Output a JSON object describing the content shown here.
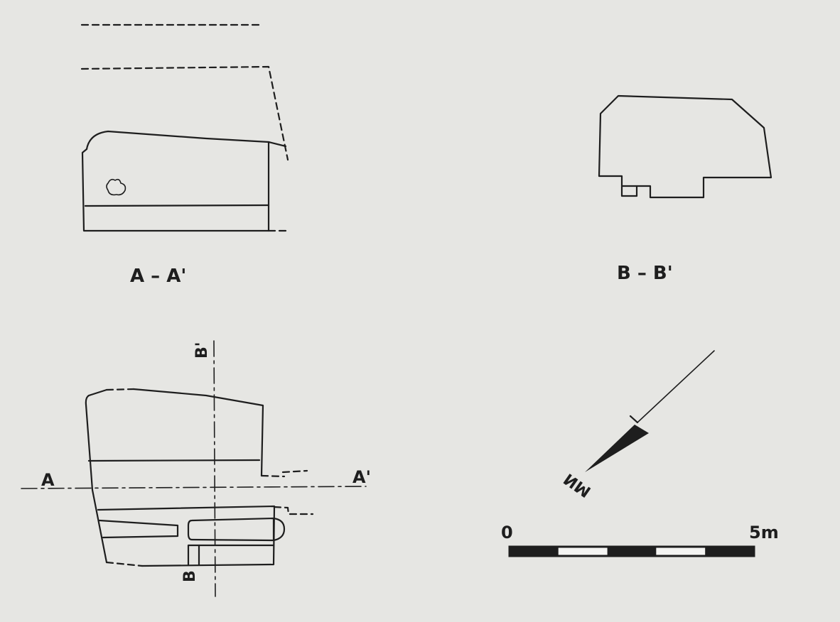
{
  "section_aa": {
    "caption": "A – A'"
  },
  "section_bb": {
    "caption": "B – B'"
  },
  "plan": {
    "axis_a_start": "A",
    "axis_a_end": "A'",
    "axis_b_start": "B",
    "axis_b_end": "B'"
  },
  "north_arrow": {
    "label": "NM"
  },
  "scale_bar": {
    "start_label": "0",
    "end_label": "5m",
    "segments": 5
  },
  "colors": {
    "ink": "#1e1e1e",
    "paper": "#e6e6e3"
  }
}
